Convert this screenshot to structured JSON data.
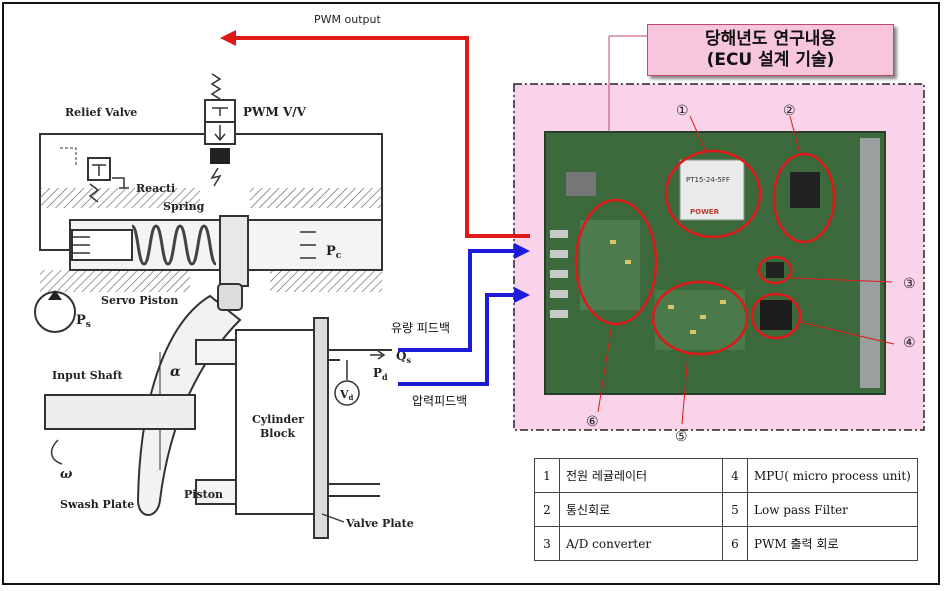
{
  "pwm_output_label": "PWM output",
  "research_title": {
    "line1": "당해년도 연구내용",
    "line2": "(ECU 설계 기술)"
  },
  "feedback_labels": {
    "flow": "유량 피드백",
    "pressure": "압력피드백"
  },
  "pump_labels": {
    "relief_valve": "Relief Valve",
    "pwm_valve": "PWM V/V",
    "reaction_spring": "Reacti",
    "spring": "Spring",
    "servo_piston": "Servo Piston",
    "pc": "P",
    "pc_sub": "c",
    "ps": "P",
    "ps_sub": "s",
    "input_shaft": "Input Shaft",
    "alpha": "α",
    "omega": "ω",
    "qs": "Q",
    "qs_sub": "s",
    "pd": "P",
    "pd_sub": "d",
    "vd": "V",
    "vd_sub": "d",
    "cylinder_block_1": "Cylinder",
    "cylinder_block_2": "Block",
    "swash_plate": "Swash Plate",
    "piston": "Piston",
    "valve_plate": "Valve Plate"
  },
  "board_markers": [
    "①",
    "②",
    "③",
    "④",
    "⑤",
    "⑥"
  ],
  "board_chip_text": {
    "power": "PT15-24-5FF",
    "power_brand": "POWER"
  },
  "legend_table": [
    {
      "n1": "1",
      "t1": "전원 레귤레이터",
      "n2": "4",
      "t2": "MPU( micro process unit)"
    },
    {
      "n1": "2",
      "t1": "통신회로",
      "n2": "5",
      "t2": "Low pass Filter"
    },
    {
      "n1": "3",
      "t1": "A/D converter",
      "n2": "6",
      "t2": "PWM  출력 회로"
    }
  ],
  "colors": {
    "red_arrow": "#e01818",
    "blue_arrow": "#1c1cd8",
    "pink_area": "#f9d3ea",
    "title_box": "#f7c6dc",
    "pcb": "#3c6a3c"
  }
}
